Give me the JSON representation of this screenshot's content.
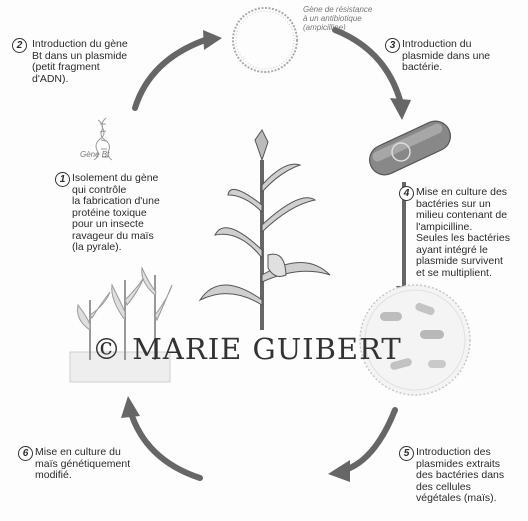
{
  "plasmid_label": "Gène de résistance\nà un antibiotique\n(ampicilline)",
  "gene_label": "Gène Bt",
  "steps": [
    {
      "num": "1",
      "text": "Isolement du gène\nqui contrôle\nla fabrication d'une\nprotéine toxique\npour un insecte\nravageur du maïs\n(la pyrale)."
    },
    {
      "num": "2",
      "text": "Introduction du gène\nBt dans un plasmide\n(petit fragment\nd'ADN)."
    },
    {
      "num": "3",
      "text": "Introduction du\nplasmide dans une\nbactérie."
    },
    {
      "num": "4",
      "text": "Mise en culture des\nbactéries sur un\nmilieu contenant de\nl'ampicilline.\nSeules les bactéries\nayant intégré le\nplasmide survivent\net se multiplient."
    },
    {
      "num": "5",
      "text": "Introduction des\nplasmides extraits\ndes bactéries dans\ndes cellules\nvégétales (maïs)."
    },
    {
      "num": "6",
      "text": "Mise en culture du\nmaïs génétiquement\nmodifié."
    }
  ],
  "watermark": "© MARIE GUIBERT"
}
